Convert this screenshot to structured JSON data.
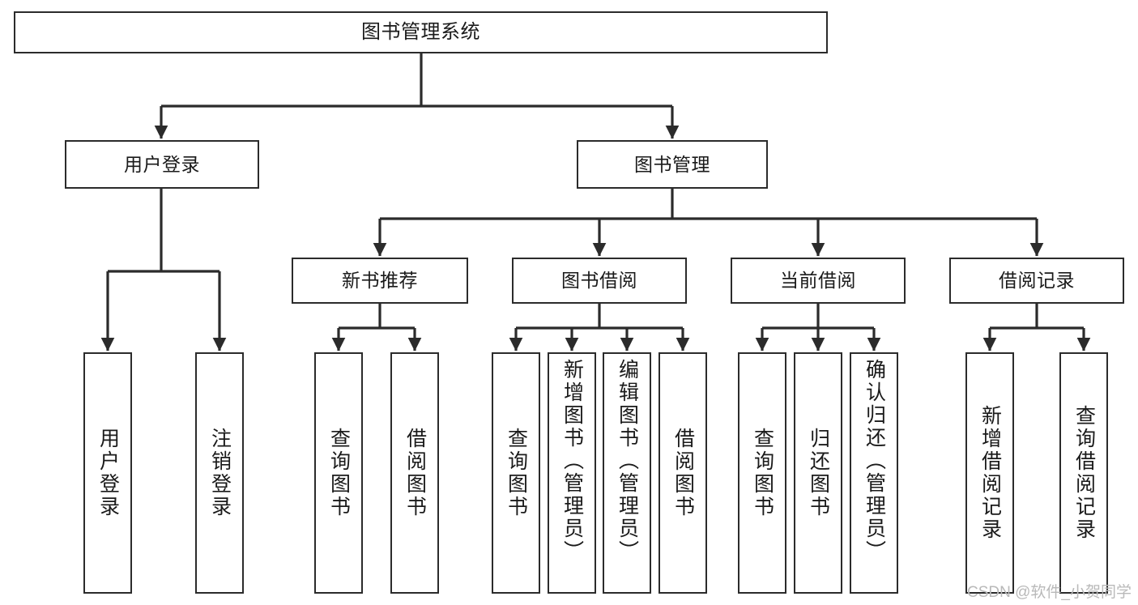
{
  "diagram": {
    "title": "图书管理系统",
    "type": "functional-structure-tree",
    "watermark": "CSDN @软件_小贺同学",
    "colors": {
      "stroke": "#2b2b2b",
      "fill": "#ffffff",
      "text": "#1a1a1a",
      "watermark": "#b9b9b9"
    },
    "nodes": {
      "root": {
        "label": "图书管理系统"
      },
      "level1": [
        {
          "id": "user-login",
          "label": "用户登录"
        },
        {
          "id": "book-manage",
          "label": "图书管理"
        }
      ],
      "level2": [
        {
          "id": "new-book-recommend",
          "label": "新书推荐"
        },
        {
          "id": "book-borrow",
          "label": "图书借阅"
        },
        {
          "id": "current-borrow",
          "label": "当前借阅"
        },
        {
          "id": "borrow-record",
          "label": "借阅记录"
        }
      ],
      "leaves": {
        "user-login": [
          {
            "id": "leaf-user-login",
            "label": "用户登录"
          },
          {
            "id": "leaf-user-logout",
            "label": "注销登录"
          }
        ],
        "new-book-recommend": [
          {
            "id": "leaf-query-book-1",
            "label": "查询图书"
          },
          {
            "id": "leaf-borrow-book-1",
            "label": "借阅图书"
          }
        ],
        "book-borrow": [
          {
            "id": "leaf-query-book-2",
            "label": "查询图书"
          },
          {
            "id": "leaf-add-book",
            "label": "新增图书（管理员）"
          },
          {
            "id": "leaf-edit-book",
            "label": "编辑图书（管理员）"
          },
          {
            "id": "leaf-borrow-book-2",
            "label": "借阅图书"
          }
        ],
        "current-borrow": [
          {
            "id": "leaf-query-book-3",
            "label": "查询图书"
          },
          {
            "id": "leaf-return-book",
            "label": "归还图书"
          },
          {
            "id": "leaf-confirm-return",
            "label": "确认归还（管理员）"
          }
        ],
        "borrow-record": [
          {
            "id": "leaf-add-record",
            "label": "新增借阅记录"
          },
          {
            "id": "leaf-query-record",
            "label": "查询借阅记录"
          }
        ]
      }
    }
  }
}
